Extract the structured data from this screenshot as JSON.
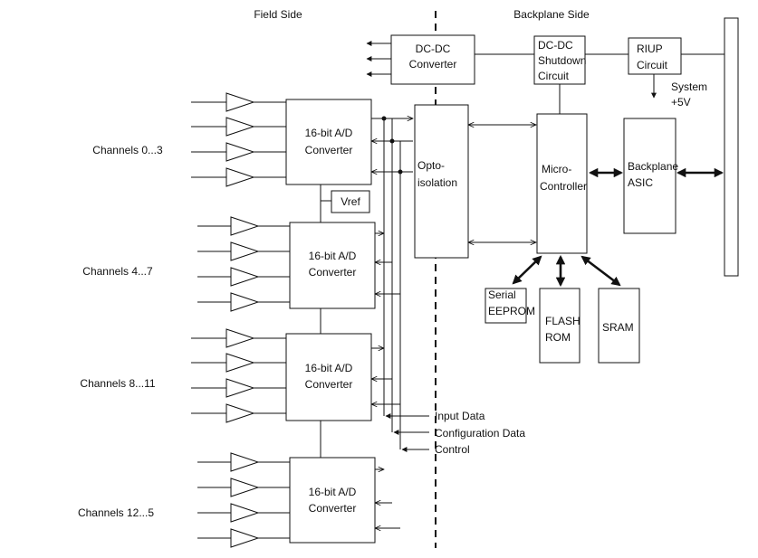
{
  "headers": {
    "field_side": "Field Side",
    "backplane_side": "Backplane Side"
  },
  "channels": [
    "Channels 0...3",
    "Channels 4...7",
    "Channels 8...11",
    "Channels 12...5"
  ],
  "adc_label": [
    "16-bit A/D",
    "Converter"
  ],
  "vref": "Vref",
  "dcdc": [
    "DC-DC",
    "Converter"
  ],
  "shutdown": [
    "DC-DC",
    "Shutdown",
    "Circuit"
  ],
  "riup": [
    "RIUP",
    "Circuit"
  ],
  "system": [
    "System",
    "+5V"
  ],
  "opto": [
    "Opto-",
    "isolation"
  ],
  "micro": [
    "Micro-",
    "Controller"
  ],
  "asic": [
    "Backplane",
    "ASIC"
  ],
  "eeprom": [
    "Serial",
    "EEPROM"
  ],
  "flash": [
    "FLASH",
    "ROM"
  ],
  "sram": "SRAM",
  "signals": [
    "Input Data",
    "Configuration Data",
    "Control"
  ]
}
